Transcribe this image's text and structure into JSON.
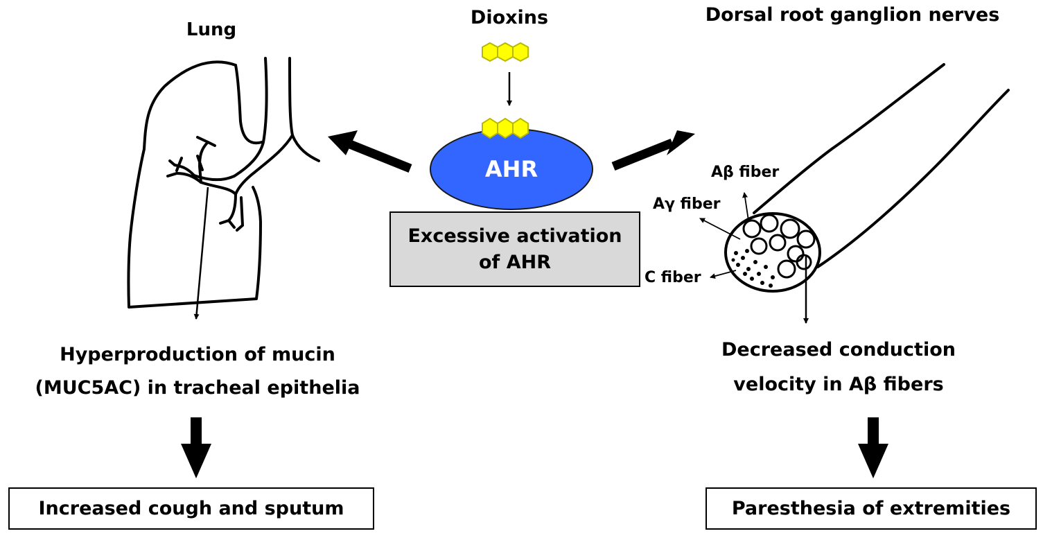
{
  "labels": {
    "dioxins": "Dioxins",
    "lung": "Lung",
    "drg": "Dorsal root ganglion nerves",
    "ahr": "AHR",
    "activation_line1": "Excessive activation",
    "activation_line2": "of AHR",
    "ab_fiber": "Aβ fiber",
    "ay_fiber": "Aγ fiber",
    "c_fiber": "C fiber",
    "mucin_line1": "Hyperproduction of mucin",
    "mucin_line2": "(MUC5AC) in tracheal epithelia",
    "conduction_line1": "Decreased conduction",
    "conduction_line2": "velocity in Aβ fibers",
    "cough": "Increased cough and sputum",
    "paresthesia": "Paresthesia of extremities"
  },
  "colors": {
    "ahr_fill": "#3366ff",
    "ahr_text": "#ffffff",
    "hexagon_fill": "#ffff00",
    "hexagon_stroke": "#b8b800",
    "activation_box_fill": "#d9d9d9",
    "line": "#000000"
  },
  "icons": {
    "dioxin": "hexagon-triple-ring",
    "lung": "lung-outline",
    "nerve": "nerve-bundle-cross-section"
  }
}
